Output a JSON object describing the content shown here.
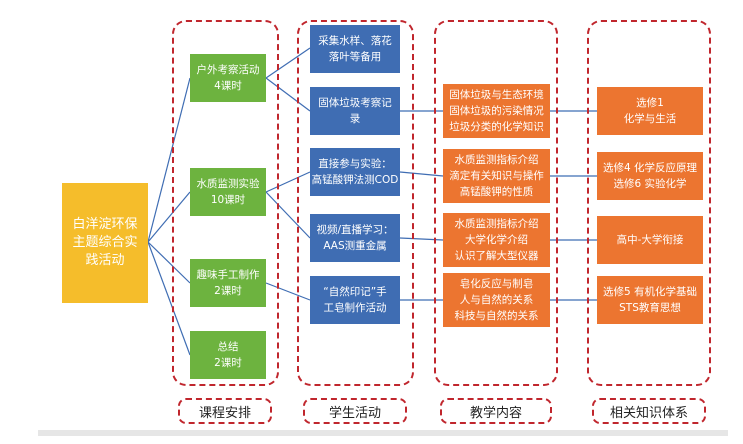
{
  "center": {
    "text": "白洋淀环保主题综合实践活动"
  },
  "columns": {
    "schedule": {
      "label": "课程安排",
      "items": [
        {
          "line1": "户外考察活动",
          "line2": "4课时"
        },
        {
          "line1": "水质监测实验",
          "line2": "10课时"
        },
        {
          "line1": "趣味手工制作",
          "line2": "2课时"
        },
        {
          "line1": "总结",
          "line2": "2课时"
        }
      ]
    },
    "activities": {
      "label": "学生活动",
      "items": [
        {
          "line1": "采集水样、落花",
          "line2": "落叶等备用"
        },
        {
          "line1": "固体垃圾考察记",
          "line2": "录"
        },
        {
          "line1": "直接参与实验：",
          "line2": "高锰酸钾法测COD"
        },
        {
          "line1": "视频/直播学习：",
          "line2": "AAS测重金属"
        },
        {
          "line1": "“自然印记”手",
          "line2": "工皂制作活动"
        }
      ]
    },
    "content": {
      "label": "教学内容",
      "items": [
        {
          "lines": [
            "固体垃圾与生态环境",
            "固体垃圾的污染情况",
            "垃圾分类的化学知识"
          ]
        },
        {
          "lines": [
            "水质监测指标介绍",
            "滴定有关知识与操作",
            "高锰酸钾的性质"
          ]
        },
        {
          "lines": [
            "水质监测指标介绍",
            "大学化学介绍",
            "认识了解大型仪器"
          ]
        },
        {
          "lines": [
            "皂化反应与制皂",
            "人与自然的关系",
            "科技与自然的关系"
          ]
        }
      ]
    },
    "knowledge": {
      "label": "相关知识体系",
      "items": [
        {
          "lines": [
            "选修1",
            "化学与生活"
          ]
        },
        {
          "lines": [
            "选修4  化学反应原理",
            "选修6  实验化学"
          ]
        },
        {
          "lines": [
            "高中-大学衔接"
          ]
        },
        {
          "lines": [
            "选修5  有机化学基础",
            "STS教育思想"
          ]
        }
      ]
    }
  },
  "colors": {
    "center": "#f5bd2b",
    "schedule": "#6db33f",
    "activities": "#3f6db3",
    "content": "#ec7530",
    "knowledge": "#ec7530",
    "frame": "#c0262d"
  }
}
